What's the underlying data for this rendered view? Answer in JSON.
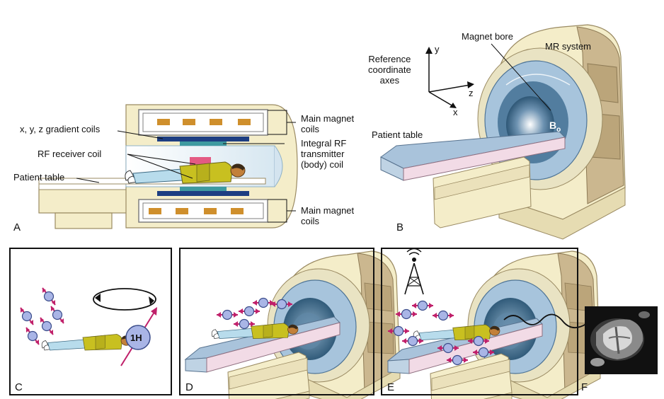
{
  "panel_a": {
    "letter": "A",
    "gradient_coils": "x, y, z gradient coils",
    "rf_receiver": "RF receiver coil",
    "patient_table": "Patient table",
    "main_magnet_top_1": "Main magnet",
    "main_magnet_top_2": "coils",
    "rf_transmitter_1": "Integral RF",
    "rf_transmitter_2": "transmitter",
    "rf_transmitter_3": "(body) coil",
    "main_magnet_bottom_1": "Main magnet",
    "main_magnet_bottom_2": "coils"
  },
  "panel_b": {
    "letter": "B",
    "ref_axes_1": "Reference",
    "ref_axes_2": "coordinate",
    "ref_axes_3": "axes",
    "axis_x": "x",
    "axis_y": "y",
    "axis_z": "z",
    "magnet_bore": "Magnet bore",
    "mr_system": "MR system",
    "patient_table": "Patient table",
    "b0": "B",
    "b0_sub": "o"
  },
  "panel_c": {
    "letter": "C",
    "hydrogen": "1H"
  },
  "panel_d": {
    "letter": "D"
  },
  "panel_e": {
    "letter": "E"
  },
  "panel_f": {
    "letter": "F"
  },
  "colors": {
    "scanner_cream": "#f4edc9",
    "scanner_tan": "#cbb78f",
    "bore_blue": "#a7c4dc",
    "bore_dark": "#3d6e93",
    "proton_fill": "#a9b5e6",
    "arrow_magenta": "#c0206a",
    "coil_orange": "#cf8f2c",
    "gradient_navy": "#1d3e82",
    "rf_teal": "#3e9aa0",
    "patient_shirt": "#c8c020",
    "patient_pants": "#b8dcec"
  }
}
